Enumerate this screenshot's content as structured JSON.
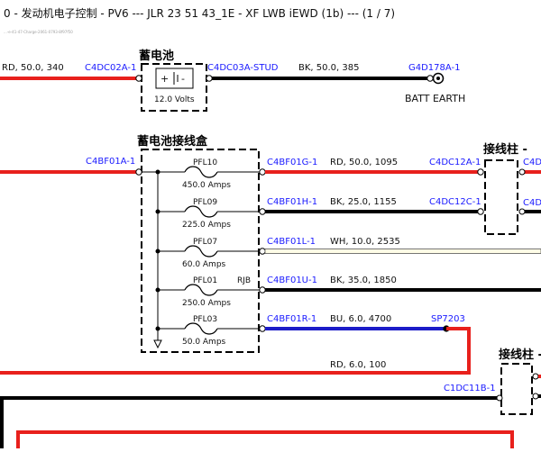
{
  "header": {
    "title": "0 - 发动机电子控制 - PV6 --- JLR 23 51 43_1E - XF LWB iEWD (1b) --- (1 / 7)",
    "watermark": "...-e-41-47-Charge-2061-0793-8f97f50"
  },
  "colors": {
    "red": "#e8201c",
    "black": "#000000",
    "blue": "#1c1cc8",
    "white_wire": "#fffde6",
    "connector_text": "#1a1aff"
  },
  "battery": {
    "title": "蓄电池",
    "voltage": "12.0 Volts",
    "plus": "+",
    "minus": "-",
    "left_wire": "RD, 50.0, 340",
    "left_connector": "C4DC02A-1",
    "right_connector": "C4DC03A-STUD",
    "right_wire": "BK, 50.0, 385",
    "earth_connector": "G4D178A-1",
    "earth_label": "BATT EARTH"
  },
  "fuse_box": {
    "title": "蓄电池接线盒",
    "input_connector": "C4BF01A-1",
    "fuses": [
      {
        "name": "PFL10",
        "rating": "450.0 Amps",
        "connector": "C4BF01G-1",
        "wire": "RD, 50.0, 1095",
        "dest": "C4DC12A-1"
      },
      {
        "name": "PFL09",
        "rating": "225.0 Amps",
        "connector": "C4BF01H-1",
        "wire": "BK, 25.0, 1155",
        "dest": "C4DC12C-1"
      },
      {
        "name": "PFL07",
        "rating": "60.0 Amps",
        "connector": "C4BF01L-1",
        "wire": "WH, 10.0, 2535",
        "dest": ""
      },
      {
        "name": "PFL01",
        "rating": "250.0 Amps",
        "connector": "C4BF01U-1",
        "wire": "BK, 35.0, 1850",
        "dest": "",
        "tag": "RJB"
      },
      {
        "name": "PFL03",
        "rating": "50.0 Amps",
        "connector": "C4BF01R-1",
        "wire": "BU, 6.0, 4700",
        "dest": "SP7203"
      }
    ]
  },
  "post1": {
    "title": "接线柱 - ",
    "connectors": [
      "C4D",
      "C4D"
    ]
  },
  "post2": {
    "title": "接线柱 - ",
    "connector": "C1DC11B-1"
  },
  "lower_wire": "RD, 6.0, 100"
}
